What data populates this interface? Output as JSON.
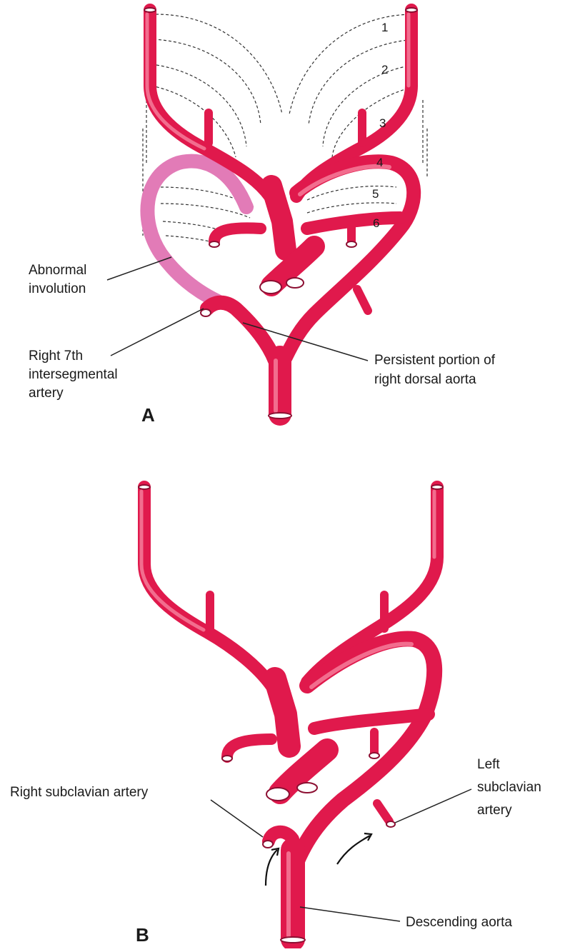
{
  "panel_a": {
    "letter": "A",
    "arch_numbers": [
      "1",
      "2",
      "3",
      "4",
      "5",
      "6"
    ],
    "labels": {
      "abnormal_involution": [
        "Abnormal",
        "involution"
      ],
      "right_7th_intersegmental": [
        "Right 7th",
        "intersegmental",
        "artery"
      ],
      "persistent_right_dorsal_aorta": [
        "Persistent portion of",
        "right dorsal aorta"
      ]
    }
  },
  "panel_b": {
    "letter": "B",
    "labels": {
      "right_subclavian": [
        "Right subclavian artery"
      ],
      "left_subclavian": [
        "Left",
        "subclavian",
        "artery"
      ],
      "descending_aorta": [
        "Descending aorta"
      ]
    }
  },
  "colors": {
    "vessel": "#e0194c",
    "vessel_highlight": "#f26d8e",
    "involuted_segment": "#e27bb7",
    "text": "#1a1a1a"
  }
}
